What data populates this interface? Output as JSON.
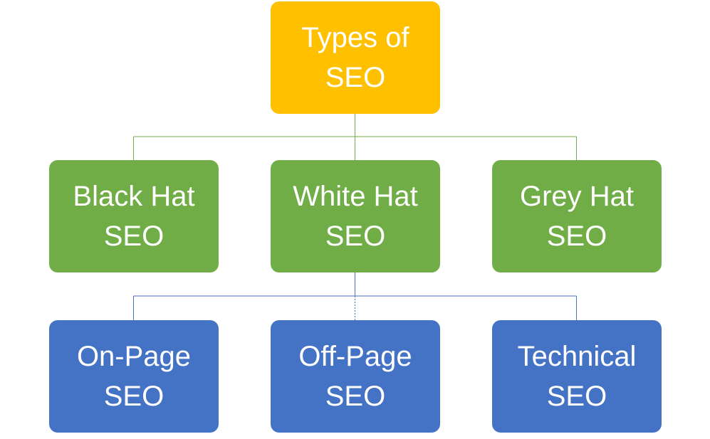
{
  "diagram": {
    "root": {
      "label": "Types of SEO",
      "color": "#ffc000"
    },
    "level1": [
      {
        "label": "Black Hat SEO",
        "color": "#70ad47"
      },
      {
        "label": "White Hat SEO",
        "color": "#70ad47"
      },
      {
        "label": "Grey Hat SEO",
        "color": "#70ad47"
      }
    ],
    "level2": [
      {
        "label": "On-Page SEO",
        "color": "#4472c4"
      },
      {
        "label": "Off-Page SEO",
        "color": "#4472c4"
      },
      {
        "label": "Technical SEO",
        "color": "#4472c4"
      }
    ],
    "level2_parent": "White Hat SEO",
    "connector_colors": {
      "level1": "#70ad47",
      "level2": "#4472c4"
    }
  }
}
